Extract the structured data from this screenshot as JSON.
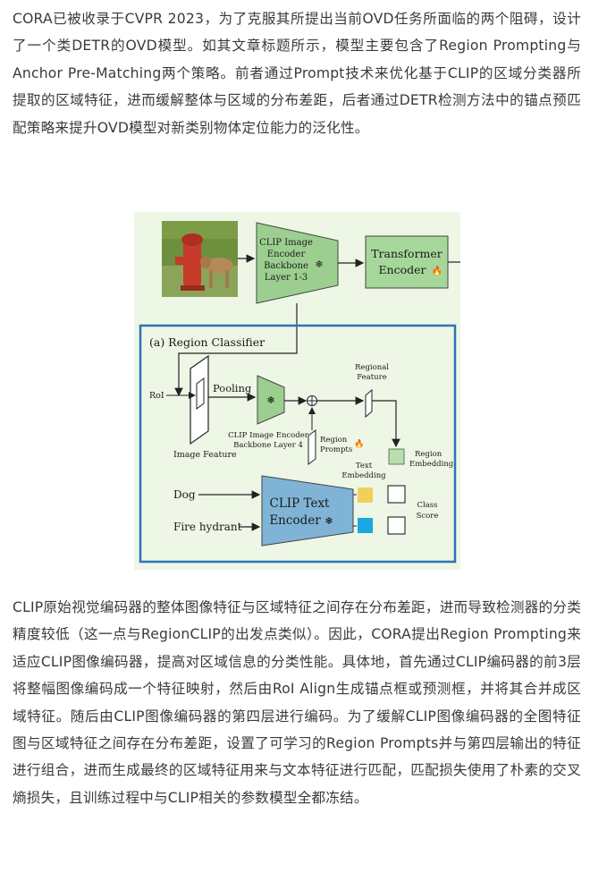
{
  "paragraphs": [
    "CORA已被收录于CVPR 2023，为了克服其所提出当前OVD任务所面临的两个阻碍，设计了一个类DETR的OVD模型。如其文章标题所示，模型主要包含了Region Prompting与Anchor Pre-Matching两个策略。前者通过Prompt技术来优化基于CLIP的区域分类器所提取的区域特征，进而缓解整体与区域的分布差距，后者通过DETR检测方法中的锚点预匹配策略来提升OVD模型对新类别物体定位能力的泛化性。",
    "CLIP原始视觉编码器的整体图像特征与区域特征之间存在分布差距，进而导致检测器的分类精度较低（这一点与RegionCLIP的出发点类似）。因此，CORA提出Region Prompting来适应CLIP图像编码器，提高对区域信息的分类性能。具体地，首先通过CLIP编码器的前3层将整幅图像编码成一个特征映射，然后由RoI Align生成锚点框或预测框，并将其合并成区域特征。随后由CLIP图像编码器的第四层进行编码。为了缓解CLIP图像编码器的全图特征图与区域特征之间存在分布差距，设置了可学习的Region Prompts并与第四层输出的特征进行组合，进而生成最终的区域特征用来与文本特征进行匹配，匹配损失使用了朴素的交叉熵损失，且训练过程中与CLIP相关的参数模型全都冻结。"
  ],
  "figure": {
    "encoder_top": [
      "CLIP Image",
      "Encoder",
      "Backbone",
      "Layer 1-3"
    ],
    "transformer": [
      "Transformer",
      "Encoder"
    ],
    "region_classifier": "(a) Region Classifier",
    "roi": "RoI",
    "pooling": "Pooling",
    "image_feature": "Image Feature",
    "encoder_l4": [
      "CLIP Image Encoder",
      "Backbone Layer 4"
    ],
    "regional_feature": [
      "Regional",
      "Feature"
    ],
    "region_prompts": [
      "Region",
      "Prompts"
    ],
    "region_embedding": [
      "Region",
      "Embedding"
    ],
    "text_embedding": [
      "Text",
      "Embedding"
    ],
    "class_score": [
      "Class",
      "Score"
    ],
    "dog": "Dog",
    "fire_hydrant": "Fire hydrant",
    "clip_text": [
      "CLIP Text",
      "Encoder"
    ],
    "snowflake": "❄",
    "flame": "🔥",
    "plus": "⊕"
  },
  "colors": {
    "encoder_green": "#9ccf8f",
    "transformer_green": "#a6d79a",
    "text_encoder_blue": "#7fb4d6",
    "region_box_blue": "#2c73b8",
    "text_emb_yellow": "#f0d05a",
    "text_emb_cyan": "#19a8e0",
    "region_emb_green": "#b8dfae"
  }
}
